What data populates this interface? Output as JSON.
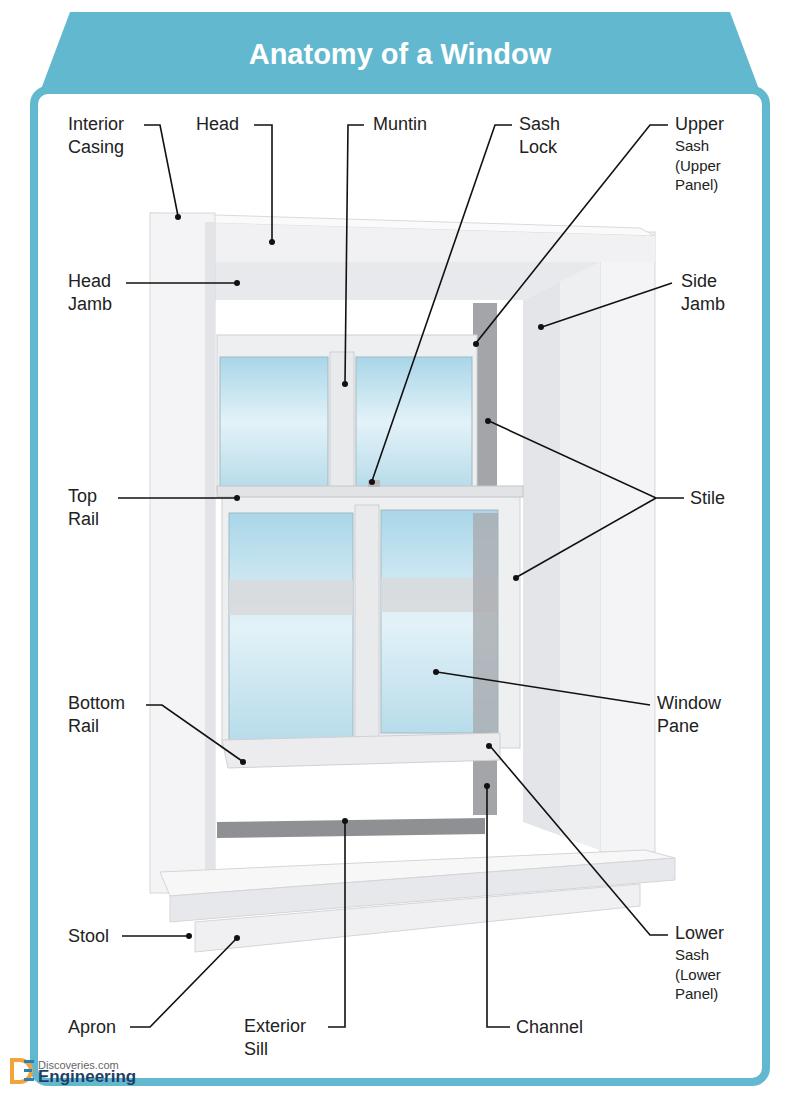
{
  "diagram": {
    "title": "Anatomy of a Window",
    "labels": [
      "Interior Casing",
      "Head",
      "Muntin",
      "Sash Lock",
      "Upper",
      "Sash (Upper Panel)",
      "Head Jamb",
      "Side Jamb",
      "Top Rail",
      "Stile",
      "Bottom Rail",
      "Window Pane",
      "Stool",
      "Lower",
      "Sash (Lower Panel)",
      "Apron",
      "Exterior Sill",
      "Channel",
      "Discoveries.com",
      "Engineering"
    ]
  }
}
